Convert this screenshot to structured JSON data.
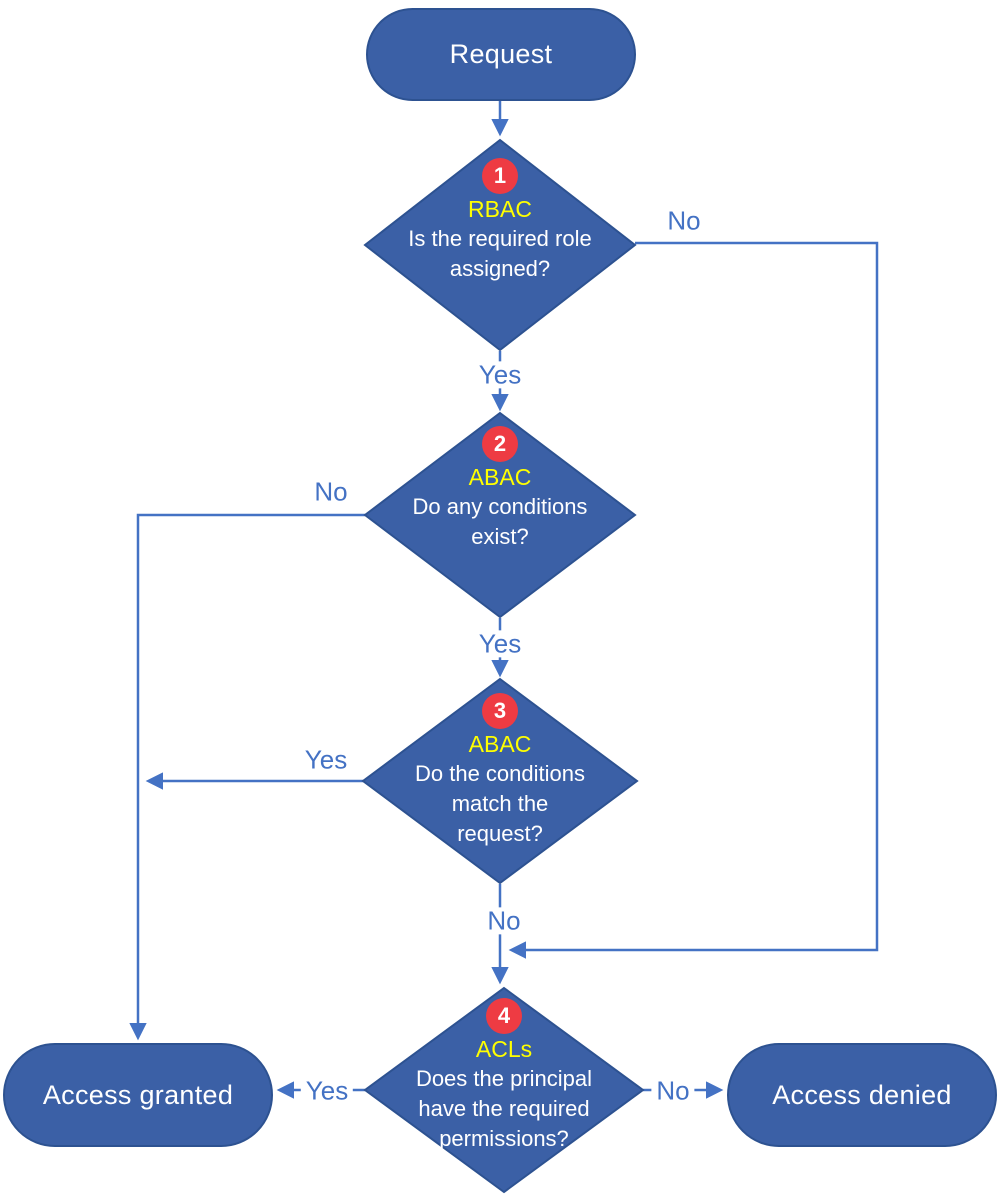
{
  "colors": {
    "shape_fill": "#3B60A6",
    "shape_border": "#2D5291",
    "connector": "#4472C4",
    "label_text": "#4472C4",
    "badge_fill": "#EE3B43",
    "badge_text": "#FFFFFF",
    "tag_text": "#FFFF00",
    "node_text": "#FFFFFF",
    "background": "#FFFFFF"
  },
  "nodes": {
    "request": {
      "label": "Request"
    },
    "rbac": {
      "number": "1",
      "tag": "RBAC",
      "question": "Is the required role assigned?"
    },
    "abac_exist": {
      "number": "2",
      "tag": "ABAC",
      "question": "Do any conditions exist?"
    },
    "abac_match": {
      "number": "3",
      "tag": "ABAC",
      "question": "Do the conditions match the request?"
    },
    "acls": {
      "number": "4",
      "tag": "ACLs",
      "question": "Does the principal have the required permissions?"
    },
    "granted": {
      "label": "Access granted"
    },
    "denied": {
      "label": "Access denied"
    }
  },
  "edge_labels": {
    "rbac_no": "No",
    "rbac_yes": "Yes",
    "abac_exist_no": "No",
    "abac_exist_yes": "Yes",
    "abac_match_yes": "Yes",
    "abac_match_no": "No",
    "acls_yes": "Yes",
    "acls_no": "No"
  }
}
